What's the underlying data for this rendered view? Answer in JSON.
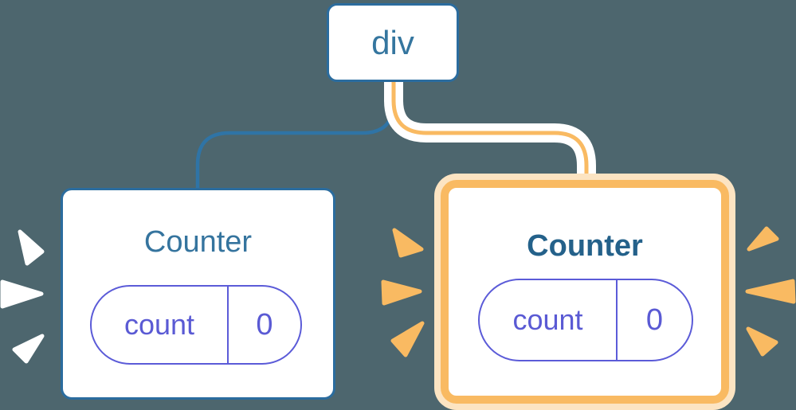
{
  "diagram": {
    "description": "React component tree: a root div element with two Counter children; the right Counter is highlighted as updated (orange) with burst marks, the left Counter has white burst marks.",
    "root": {
      "label": "div"
    },
    "left_counter": {
      "title": "Counter",
      "state": {
        "key": "count",
        "value": "0"
      }
    },
    "right_counter": {
      "title": "Counter",
      "state": {
        "key": "count",
        "value": "0"
      }
    },
    "colors": {
      "background": "#4d666e",
      "node_border_blue": "#2b6c9e",
      "edge_blue": "#2f74a6",
      "title_blue": "#35749e",
      "title_blue_bold": "#24618a",
      "state_purple": "#5b5bd8",
      "highlight_orange": "#f9ba62",
      "highlight_orange_pale": "#fce4c2",
      "burst_white": "#ffffff"
    }
  }
}
